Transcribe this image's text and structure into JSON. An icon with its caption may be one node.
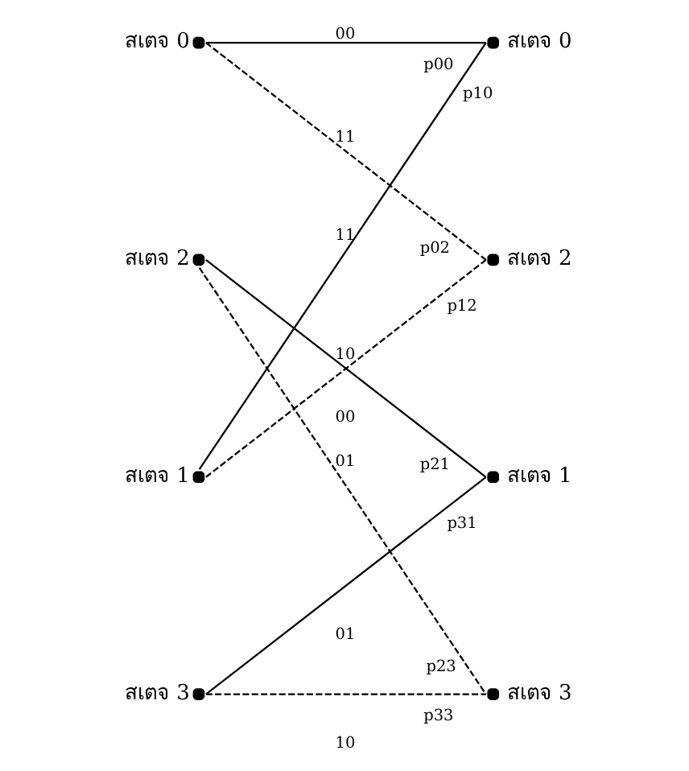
{
  "diagram": {
    "nodes": [
      {
        "text": [],
        "shape": "circle",
        "beside": [
          "สเตจ 0"
        ]
      },
      {
        "text": [],
        "shape": "circle",
        "beside": [
          "สเตจ 0"
        ]
      },
      {
        "text": [],
        "shape": "circle",
        "beside": [
          "สเตจ 2"
        ]
      },
      {
        "text": [],
        "shape": "circle",
        "beside": [
          "สเตจ 2"
        ]
      },
      {
        "text": [],
        "shape": "circle",
        "beside": [
          "สเตจ 1"
        ]
      },
      {
        "text": [],
        "shape": "circle",
        "beside": [
          "สเตจ 1"
        ]
      },
      {
        "text": [],
        "shape": "circle",
        "beside": [
          "สเตจ 3"
        ]
      },
      {
        "text": [],
        "shape": "circle",
        "beside": [
          "สเตจ 3"
        ]
      }
    ],
    "edges": [
      {
        "from": 0,
        "to": 1,
        "arrow": "none",
        "label": "00"
      },
      {
        "from": 4,
        "to": 1,
        "arrow": "none",
        "label": "11"
      },
      {
        "from": 0,
        "to": 3,
        "arrow": "none",
        "label": "11",
        "style": "dashed"
      },
      {
        "from": 4,
        "to": 3,
        "arrow": "none",
        "label": "00",
        "style": "dashed"
      },
      {
        "from": 2,
        "to": 5,
        "arrow": "none",
        "label": "10"
      },
      {
        "from": 6,
        "to": 5,
        "arrow": "none",
        "label": "01"
      },
      {
        "from": 2,
        "to": 7,
        "arrow": "none",
        "label": "01",
        "style": "dashed"
      },
      {
        "from": 6,
        "to": 7,
        "arrow": "none",
        "label": "10",
        "style": "dashed"
      }
    ],
    "labels": [
      "p00",
      "p10",
      "p02",
      "p12",
      "p21",
      "p31",
      "p23",
      "p33"
    ]
  }
}
